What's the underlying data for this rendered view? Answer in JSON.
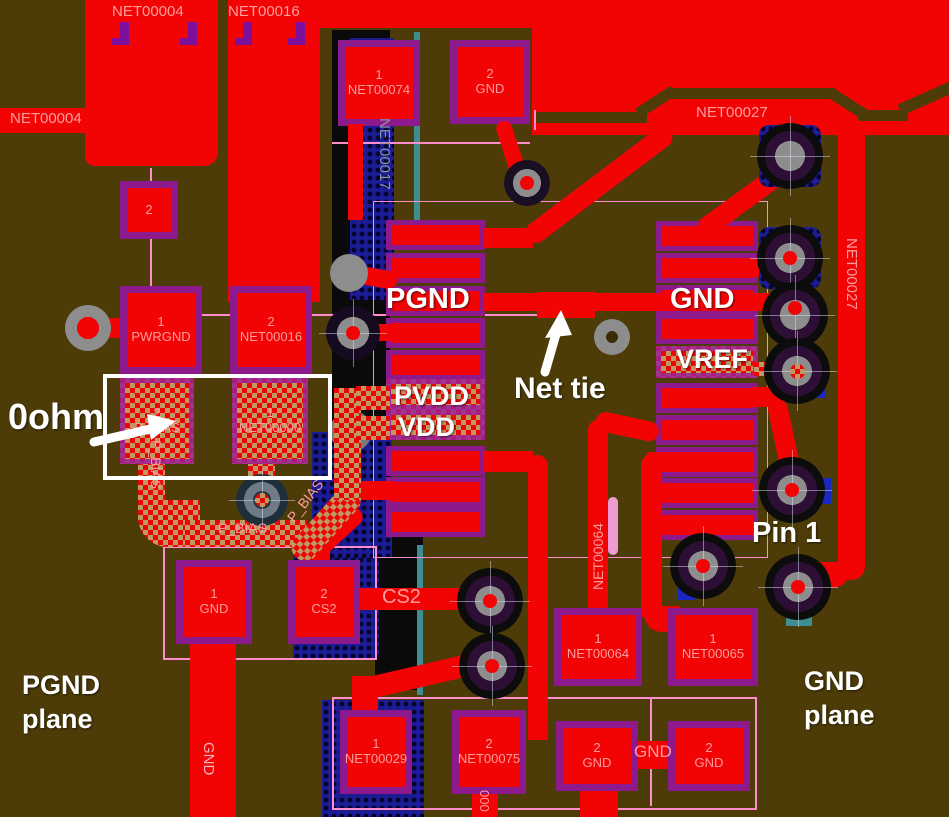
{
  "colors": {
    "copper_red": "#f20404",
    "board_olive": "#4d3c08",
    "pad_border_purple": "#8d1a8d",
    "outline_pink": "#ff8ccb",
    "plane_navy": "#1c1c96",
    "via_gray": "#8d8d8d",
    "label_salmon": "#ff9d9d",
    "annotation_white": "#ffffff"
  },
  "annotations": {
    "zero_ohm": "0ohm",
    "net_tie": "Net tie",
    "pin_one": "Pin 1",
    "pgnd": "PGND",
    "gnd": "GND",
    "vref": "VREF",
    "pvdd": "PVDD",
    "vdd": "VDD",
    "pgnd_plane": {
      "line1": "PGND",
      "line2": "plane"
    },
    "gnd_plane": {
      "line1": "GND",
      "line2": "plane"
    }
  },
  "net_labels": {
    "net00004_top": "NET00004",
    "net00016_top": "NET00016",
    "net00004_left": "NET00004",
    "net00027_top": "NET00027",
    "net00027_right": "NET00027",
    "net00017_side": "NET00017",
    "cs2": "CS2",
    "net00064_side": "NET00064",
    "gnd_trace": "GND",
    "gnd_between": "GND",
    "p_bias_horiz": "P_BIAS",
    "p_bias_diag": "P_BIAS",
    "p_bias_vert": "P_BIAS",
    "net00075_stub": "000"
  },
  "pads": {
    "net00074": {
      "num": "1",
      "net": "NET00074"
    },
    "gnd_top": {
      "num": "2",
      "net": "GND"
    },
    "conn_2": {
      "num": "2"
    },
    "pwrgnd": {
      "num": "1",
      "net": "PWRGND"
    },
    "net00016": {
      "num": "2",
      "net": "NET00016"
    },
    "res_p_bias": {
      "num": "2",
      "net": "P_BIAS"
    },
    "res_net00000": {
      "num": "1",
      "net": "NET00000"
    },
    "gnd_bottom": {
      "num": "1",
      "net": "GND"
    },
    "cs2": {
      "num": "2",
      "net": "CS2"
    },
    "net00064": {
      "num": "1",
      "net": "NET00064"
    },
    "net00065": {
      "num": "1",
      "net": "NET00065"
    },
    "net00029": {
      "num": "1",
      "net": "NET00029"
    },
    "net00075": {
      "num": "2",
      "net": "NET00075"
    },
    "gnd_bl": {
      "num": "2",
      "net": "GND"
    },
    "gnd_br": {
      "num": "2",
      "net": "GND"
    }
  }
}
